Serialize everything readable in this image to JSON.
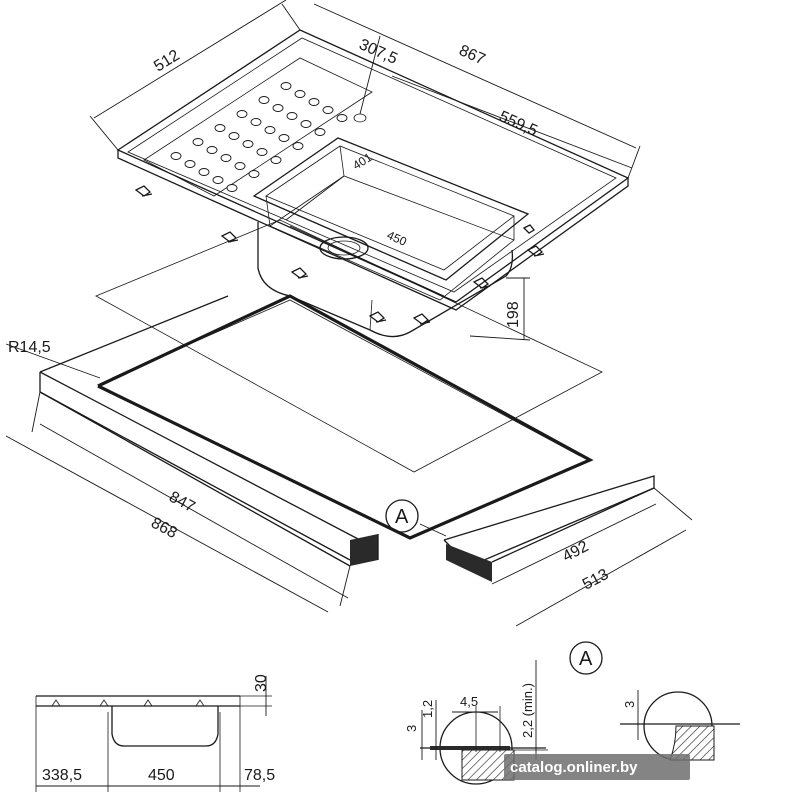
{
  "dimensions": {
    "top_width": "512",
    "bowl_offset": "307,5",
    "top_length": "867",
    "drainer_length": "559,5",
    "bowl_depth": "401",
    "bowl_width": "450",
    "bowl_height": "198",
    "corner_radius": "R14,5",
    "cutout_length": "847",
    "worktop_length": "868",
    "cutout_width": "492",
    "worktop_width": "513"
  },
  "side_view": {
    "rim_height": "30",
    "left_offset": "338,5",
    "bowl_span": "450",
    "right_offset": "78,5"
  },
  "detail": {
    "callout": "A",
    "heading": "A",
    "d_left": "3",
    "d_step": "1,2",
    "d_width": "4,5",
    "d_min": "2,2 (min.)",
    "d_right": "3"
  },
  "watermark": "catalog.onliner.by"
}
